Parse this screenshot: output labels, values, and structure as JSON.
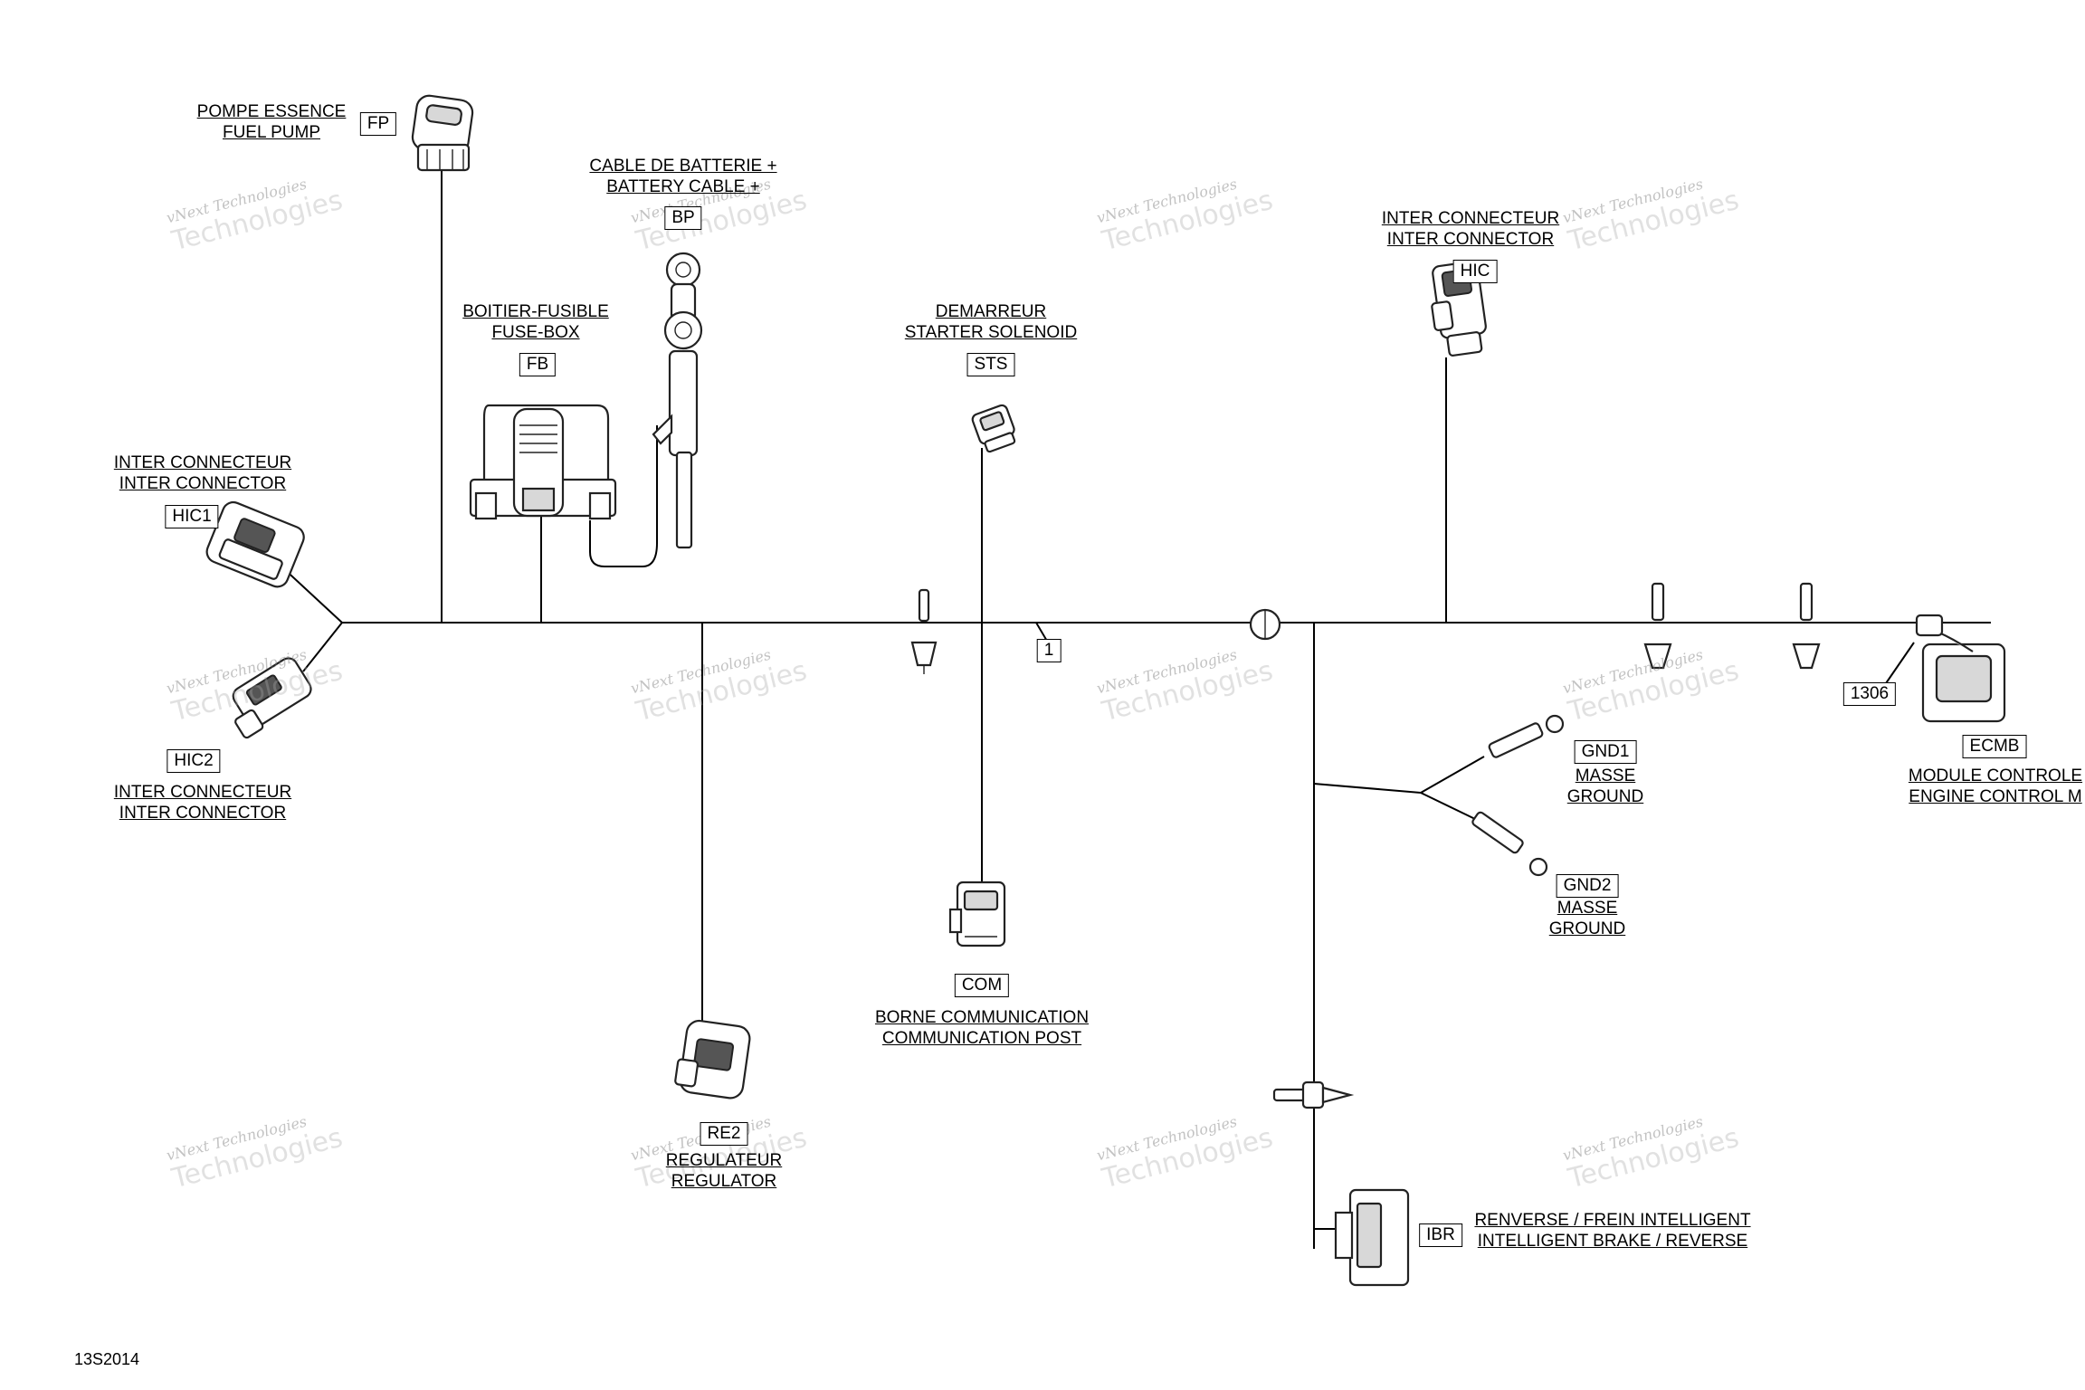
{
  "diagram_id": "13S2014",
  "watermark": "vNext Technologies",
  "watermark_big": "Technologies",
  "components": {
    "fp": {
      "fr": "POMPE ESSENCE",
      "en": "FUEL PUMP",
      "code": "FP"
    },
    "bp": {
      "fr": "CABLE DE BATTERIE +",
      "en": "BATTERY CABLE +",
      "code": "BP"
    },
    "fb": {
      "fr": "BOITIER-FUSIBLE",
      "en": "FUSE-BOX",
      "code": "FB"
    },
    "sts": {
      "fr": "DEMARREUR",
      "en": "STARTER SOLENOID",
      "code": "STS"
    },
    "hic": {
      "fr": "INTER CONNECTEUR",
      "en": "INTER CONNECTOR",
      "code": "HIC"
    },
    "hic1": {
      "fr": "INTER CONNECTEUR",
      "en": "INTER CONNECTOR",
      "code": "HIC1"
    },
    "hic2": {
      "fr": "INTER CONNECTEUR",
      "en": "INTER CONNECTOR",
      "code": "HIC2"
    },
    "harness": {
      "code": "1"
    },
    "ecmb": {
      "fr": "MODULE CONTROLE",
      "en": "ENGINE CONTROL M",
      "code": "ECMB",
      "ref": "1306"
    },
    "gnd1": {
      "fr": "MASSE",
      "en": "GROUND",
      "code": "GND1"
    },
    "gnd2": {
      "fr": "MASSE",
      "en": "GROUND",
      "code": "GND2"
    },
    "com": {
      "fr": "BORNE COMMUNICATION",
      "en": "COMMUNICATION POST",
      "code": "COM"
    },
    "re2": {
      "fr": "REGULATEUR",
      "en": "REGULATOR",
      "code": "RE2"
    },
    "ibr": {
      "fr": "RENVERSE / FREIN INTELLIGENT",
      "en": "INTELLIGENT BRAKE / REVERSE",
      "code": "IBR"
    }
  }
}
